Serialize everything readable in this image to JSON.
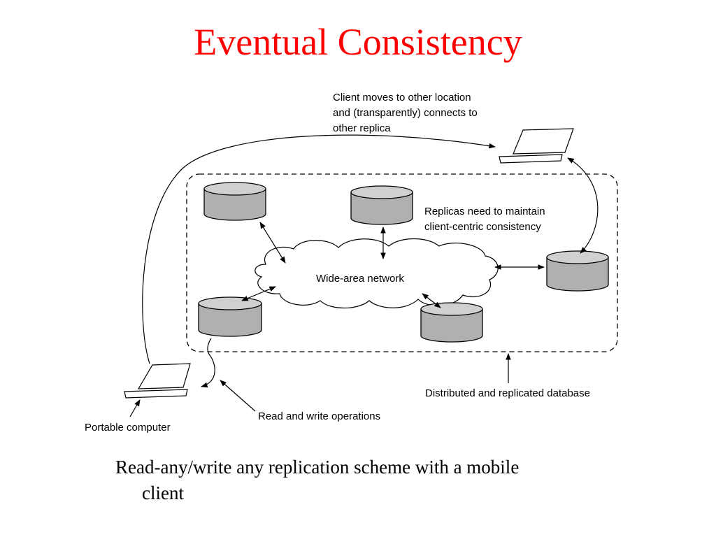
{
  "slide": {
    "title": "Eventual Consistency",
    "caption_line1": "Read-any/write any replication scheme with a mobile",
    "caption_line2": "client"
  },
  "diagram": {
    "labels": {
      "client_moves": [
        "Client moves to other location",
        "and (transparently) connects to",
        "other replica"
      ],
      "replicas_need": [
        "Replicas need to maintain",
        "client-centric consistency"
      ],
      "network": "Wide-area network",
      "distributed_db": "Distributed and replicated database",
      "read_write": "Read and write operations",
      "portable": "Portable computer"
    },
    "colors": {
      "title": "#ff0000",
      "database_body": "#b0b0b0",
      "database_top": "#d0d0d0",
      "line": "#000000"
    }
  }
}
